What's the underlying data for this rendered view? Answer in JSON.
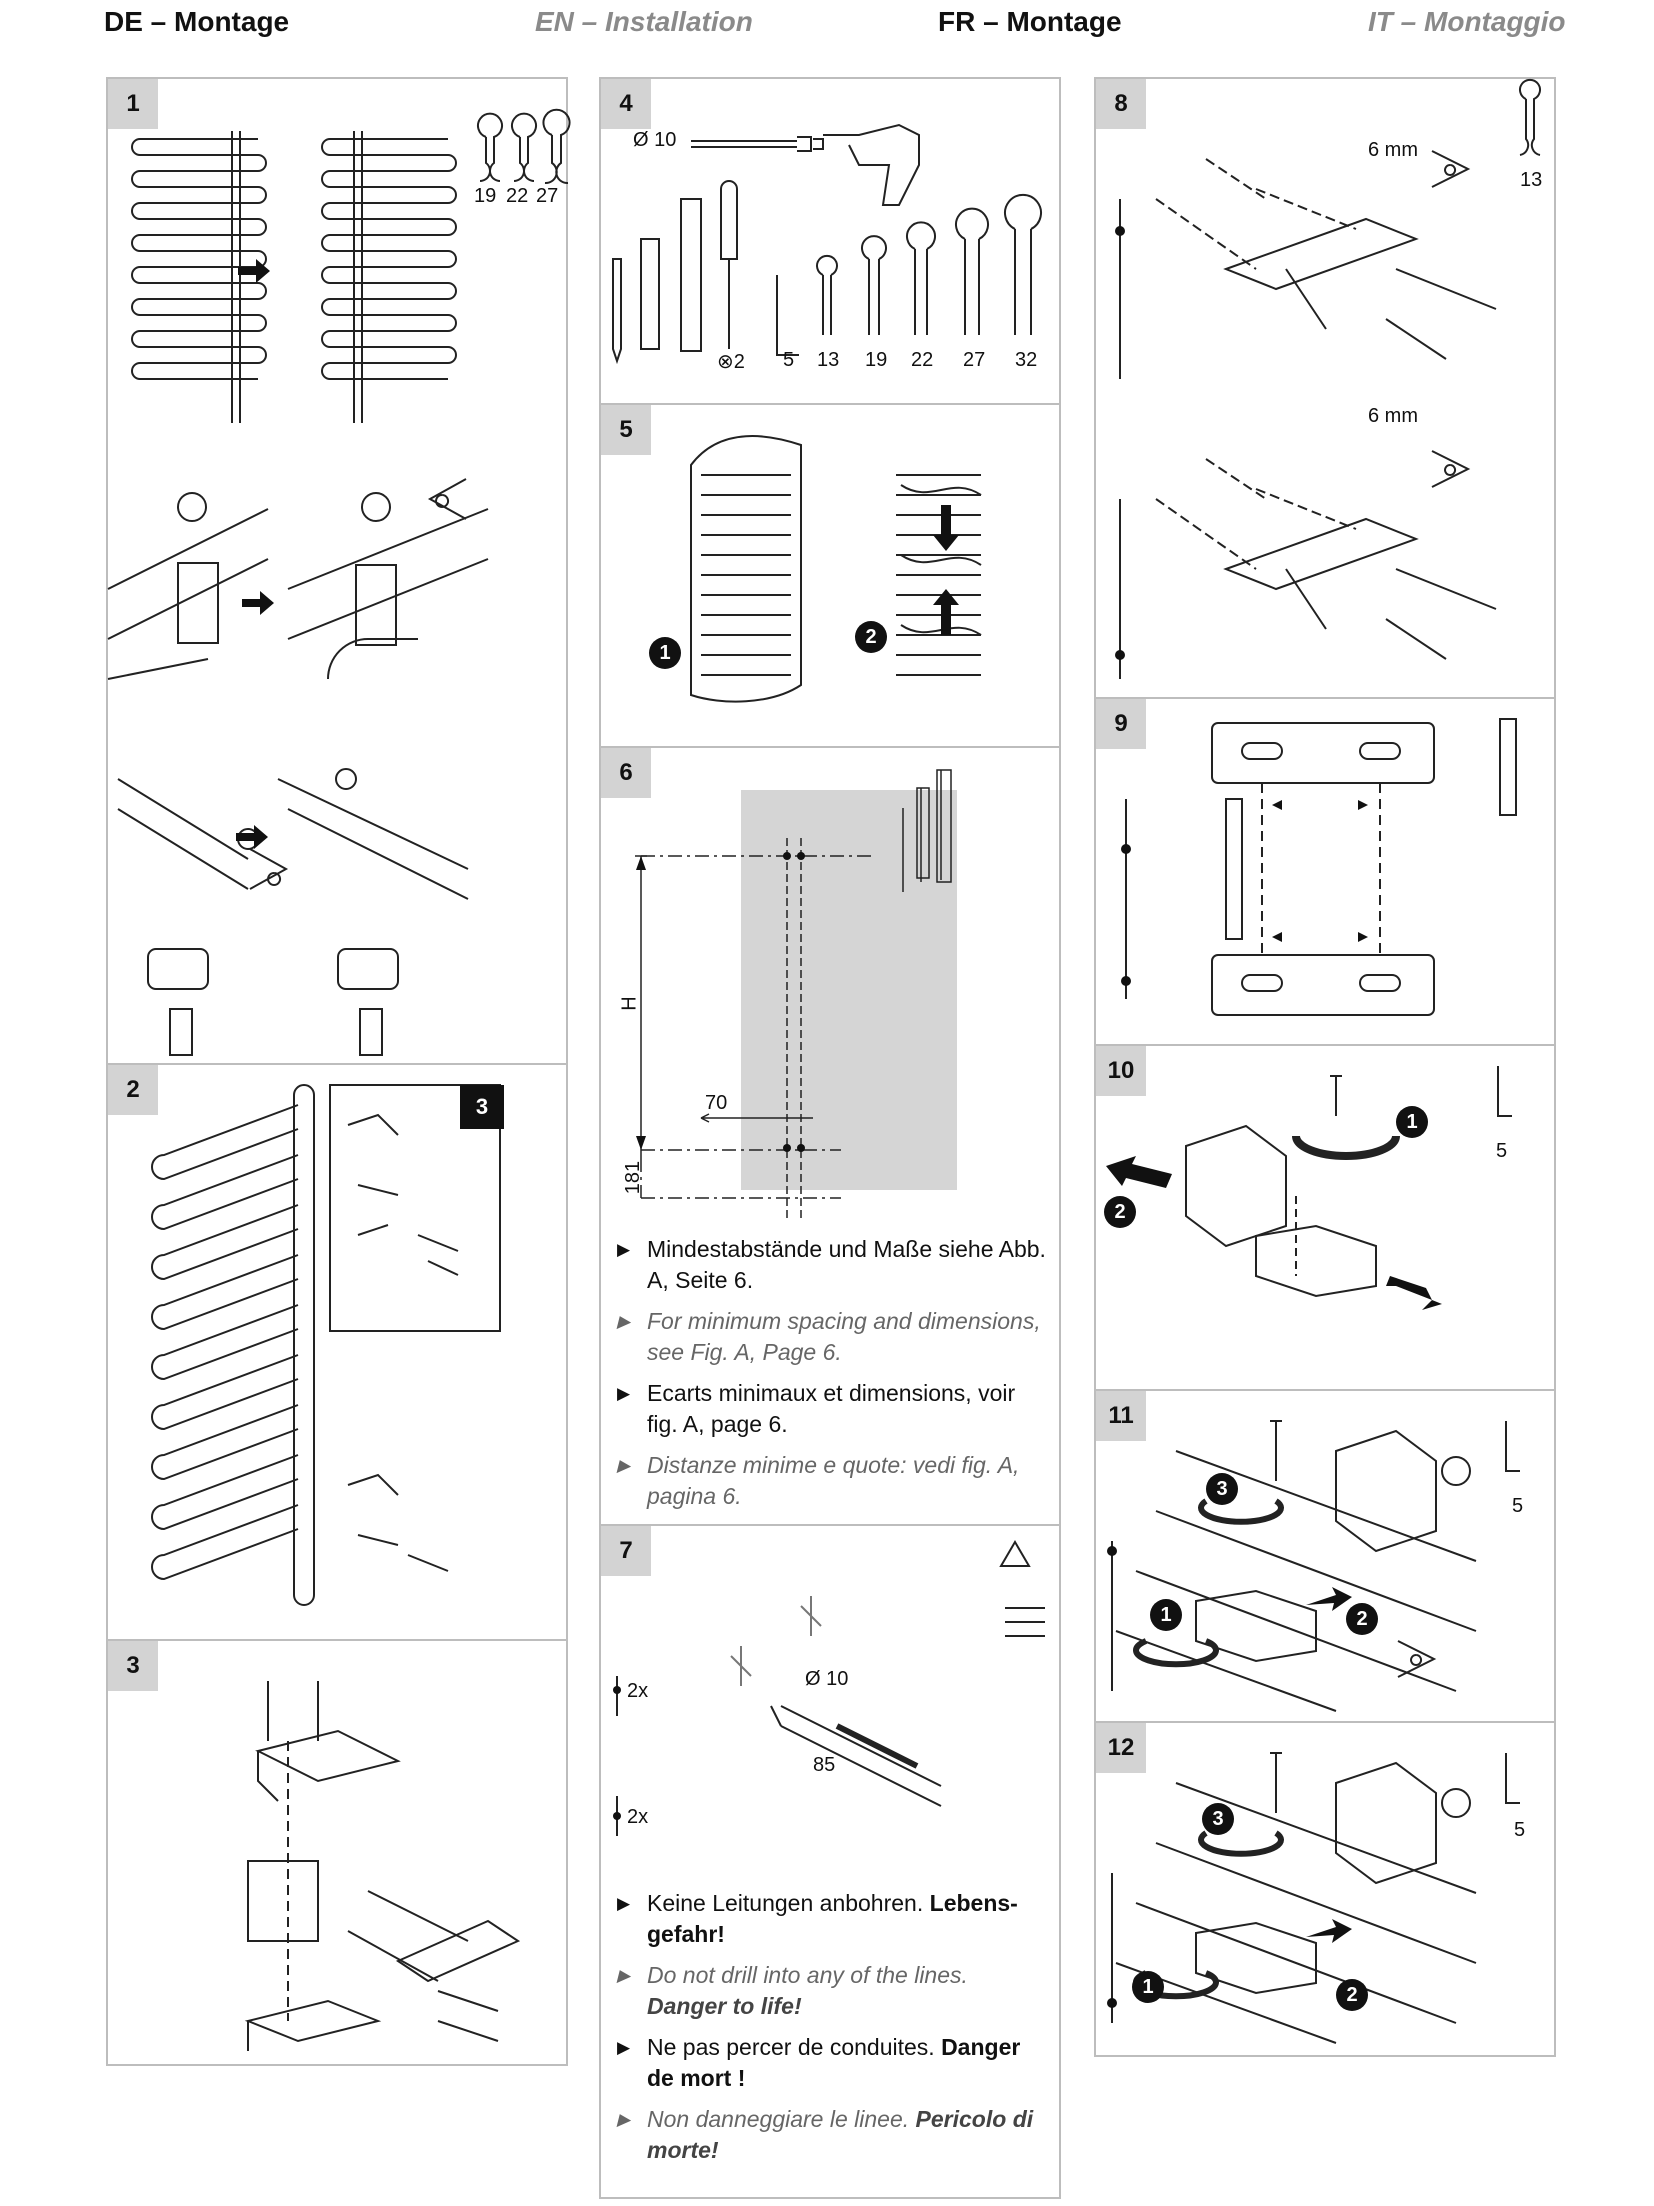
{
  "header": {
    "de": "DE – Montage",
    "en": "EN – Installation",
    "fr": "FR – Montage",
    "it": "IT – Montaggio"
  },
  "steps": {
    "s1": {
      "num": "1",
      "wrench_sizes": [
        "19",
        "22",
        "27"
      ]
    },
    "s2": {
      "num": "2",
      "inset_ref": "3"
    },
    "s3": {
      "num": "3"
    },
    "s4": {
      "num": "4",
      "drill_label": "Ø 10",
      "screwdriver_label": "⊗2",
      "tool_sizes": [
        "5",
        "13",
        "19",
        "22",
        "27",
        "32"
      ]
    },
    "s5": {
      "num": "5",
      "badge_1": "1",
      "badge_2": "2"
    },
    "s6": {
      "num": "6",
      "dim_h": "H",
      "dim_70": "70",
      "dim_181": "181",
      "text": {
        "de": "Mindestabstände und Maße siehe Abb. A, Seite 6.",
        "en": "For minimum spacing and dimensions, see Fig. A, Page 6.",
        "fr": "Ecarts minimaux et dimensions, voir fig. A, page 6.",
        "it": "Distanze minime e quote: vedi fig. A, pagina 6."
      }
    },
    "s7": {
      "num": "7",
      "drill_label": "Ø 10",
      "depth_label": "85",
      "count_top": "2x",
      "count_bottom": "2x",
      "text": {
        "de_a": "Keine Leitungen anbohren. ",
        "de_b": "Lebens­gefahr!",
        "en_a": "Do not drill into any of the lines. ",
        "en_b": "Danger to life!",
        "fr_a": "Ne pas percer de conduites. ",
        "fr_b": "Danger de mort !",
        "it_a": "Non danneggiare le linee. ",
        "it_b": "Pericolo di morte!"
      }
    },
    "s8": {
      "num": "8",
      "gap_label_1": "6 mm",
      "gap_label_2": "6 mm",
      "wrench_size": "13"
    },
    "s9": {
      "num": "9"
    },
    "s10": {
      "num": "10",
      "key_size": "5",
      "badge_1": "1",
      "badge_2": "2"
    },
    "s11": {
      "num": "11",
      "key_size": "5",
      "badge_1": "1",
      "badge_2": "2",
      "badge_3": "3"
    },
    "s12": {
      "num": "12",
      "key_size": "5",
      "badge_1": "1",
      "badge_2": "2",
      "badge_3": "3"
    }
  }
}
